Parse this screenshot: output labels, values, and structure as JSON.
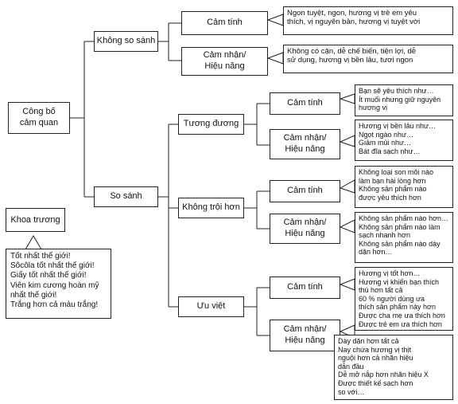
{
  "root": "Công bố\ncảm quan",
  "branches": {
    "khong_so_sanh": "Không so sánh",
    "so_sanh": "So sánh"
  },
  "ks": {
    "cam_tinh": "Cảm tính",
    "cam_nhan": "Cảm nhận/\nHiệu năng",
    "cam_tinh_note": [
      "Ngon tuyệt, ngon, hương vị trẻ em yêu",
      "thích, vị nguyên bản, hương vị tuyệt vời"
    ],
    "cam_nhan_note": [
      "Không có cặn, dễ chế biến, tiện lợi, dễ",
      "sử dụng, hương vị bền lâu, tươi ngon"
    ]
  },
  "ss": {
    "tuong_duong": "Tương đương",
    "khong_troi_hon": "Không trội hơn",
    "uu_viet": "Ưu việt",
    "cam_tinh": "Cảm tính",
    "cam_nhan": "Cảm nhận/\nHiệu năng",
    "td_cam_tinh_note": [
      "Bạn sẽ yêu thích như…",
      "Ít muối nhưng giữ nguyên",
      "hương vị"
    ],
    "td_cam_nhan_note": [
      "Hương vị bền lâu như…",
      "Ngọt ngào như…",
      "Giảm mùi như…",
      "Bát đĩa sạch như…"
    ],
    "kth_cam_tinh_note": [
      "Không loại son môi nào",
      "làm bạn hài lòng hơn",
      "Không sản phẩm nào",
      "được yêu thích hơn"
    ],
    "kth_cam_nhan_note": [
      "Không sản phẩm nào hơn…",
      "Không sản phẩm nào làm",
      "sạch nhanh hơn",
      "Không sản phẩm nào dày",
      "dặn hơn…"
    ],
    "uv_cam_tinh_note": [
      "Hương vị tốt hơn…",
      "Hương vị khiến bạn thích",
      "thú hơn tất cả",
      "60 % người dùng ưa",
      "thích sản phẩm này hơn",
      "Được cha mẹ ưa thích hơn",
      "Được trẻ em ưa thích hơn"
    ],
    "uv_cam_nhan_note": [
      "Dày dặn hơn tất cả",
      "Nay chứa hương vị thịt",
      "nguội hơn cả nhãn hiệu",
      "dẫn đầu",
      "Dễ mở nắp hơn nhãn hiệu X",
      "Được thiết kế sạch hơn",
      "so với…"
    ]
  },
  "khoa_truong": {
    "title": "Khoa trương",
    "lines": [
      "Tốt nhất thế giới!",
      "Sôcôla tốt nhất thế giới!",
      "Giấy tốt nhất thế giới!",
      "Viên kim cương hoàn mỹ",
      "nhất thế giới!",
      "Trắng hơn cả màu trắng!"
    ]
  }
}
